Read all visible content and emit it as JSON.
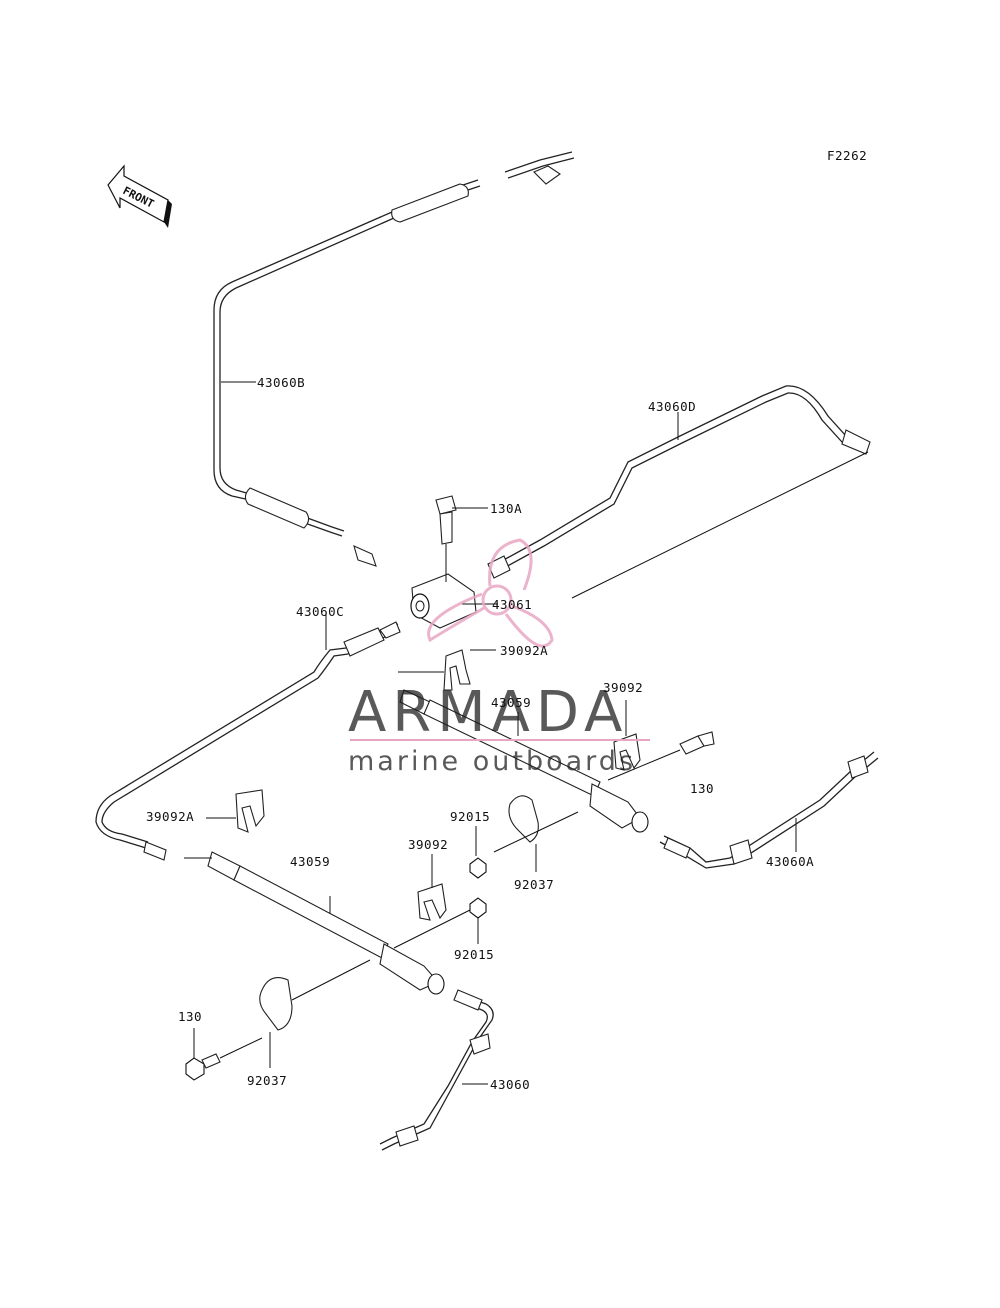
{
  "figure_code": "F2262",
  "front_label": "FRONT",
  "watermark": {
    "title": "ARMADA",
    "subtitle": "marine outboards",
    "accent_color": "#e8a6c4"
  },
  "labels": [
    {
      "id": "43060B",
      "text": "43060B"
    },
    {
      "id": "43060D",
      "text": "43060D"
    },
    {
      "id": "130A",
      "text": "130A"
    },
    {
      "id": "43061",
      "text": "43061"
    },
    {
      "id": "43060C",
      "text": "43060C"
    },
    {
      "id": "39092A-upper",
      "text": "39092A"
    },
    {
      "id": "39092-upper",
      "text": "39092"
    },
    {
      "id": "43059-upper",
      "text": "43059"
    },
    {
      "id": "130-right",
      "text": "130"
    },
    {
      "id": "43060A",
      "text": "43060A"
    },
    {
      "id": "39092A-lower",
      "text": "39092A"
    },
    {
      "id": "92015-upper",
      "text": "92015"
    },
    {
      "id": "43059-lower",
      "text": "43059"
    },
    {
      "id": "39092-lower",
      "text": "39092"
    },
    {
      "id": "92037-right",
      "text": "92037"
    },
    {
      "id": "92015-lower",
      "text": "92015"
    },
    {
      "id": "130-left",
      "text": "130"
    },
    {
      "id": "92037-left",
      "text": "92037"
    },
    {
      "id": "43060",
      "text": "43060"
    }
  ]
}
